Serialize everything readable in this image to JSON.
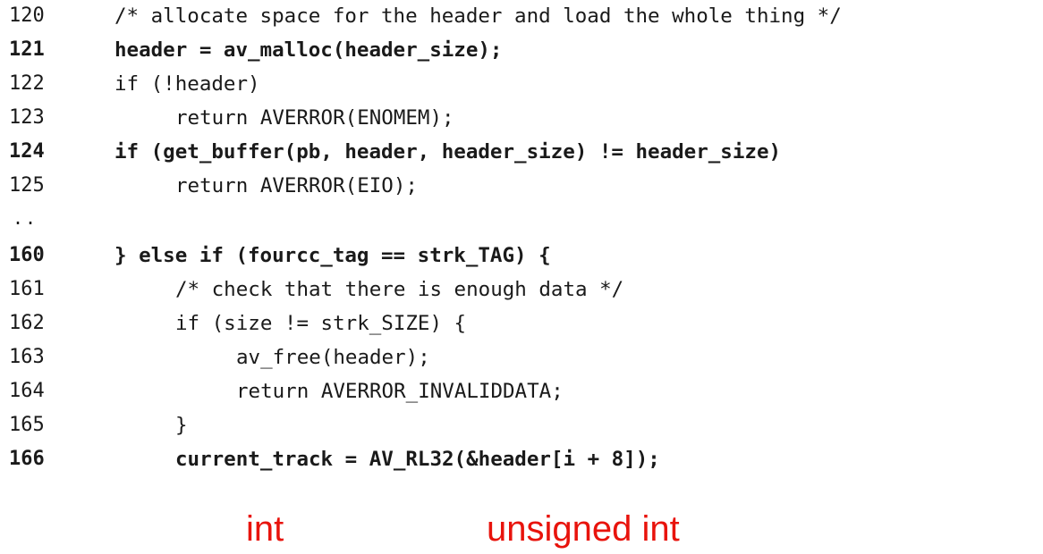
{
  "code_lines": [
    {
      "number": "120",
      "text": "/* allocate space for the header and load the whole thing */",
      "bold": false,
      "indent": 0
    },
    {
      "number": "121",
      "text": "header = av_malloc(header_size);",
      "bold": true,
      "indent": 0
    },
    {
      "number": "122",
      "text": "if (!header)",
      "bold": false,
      "indent": 0
    },
    {
      "number": "123",
      "text": "return AVERROR(ENOMEM);",
      "bold": false,
      "indent": 1
    },
    {
      "number": "124",
      "text": "if (get_buffer(pb, header, header_size) != header_size)",
      "bold": true,
      "indent": 0
    },
    {
      "number": "125",
      "text": "return AVERROR(EIO);",
      "bold": false,
      "indent": 1
    },
    {
      "number": "..",
      "text": "",
      "bold": false,
      "indent": 0
    },
    {
      "number": "160",
      "text": "} else if (fourcc_tag == strk_TAG) {",
      "bold": true,
      "indent": 0
    },
    {
      "number": "161",
      "text": "/* check that there is enough data */",
      "bold": false,
      "indent": 1
    },
    {
      "number": "162",
      "text": "if (size != strk_SIZE) {",
      "bold": false,
      "indent": 1
    },
    {
      "number": "163",
      "text": "av_free(header);",
      "bold": false,
      "indent": 2
    },
    {
      "number": "164",
      "text": "return AVERROR_INVALIDDATA;",
      "bold": false,
      "indent": 2
    },
    {
      "number": "165",
      "text": "}",
      "bold": false,
      "indent": 1
    },
    {
      "number": "166",
      "text": "current_track = AV_RL32(&header[i + 8]);",
      "bold": true,
      "indent": 1
    }
  ],
  "annotations": {
    "left_type": "int",
    "right_type": "unsigned int",
    "color": "#e8130c"
  }
}
